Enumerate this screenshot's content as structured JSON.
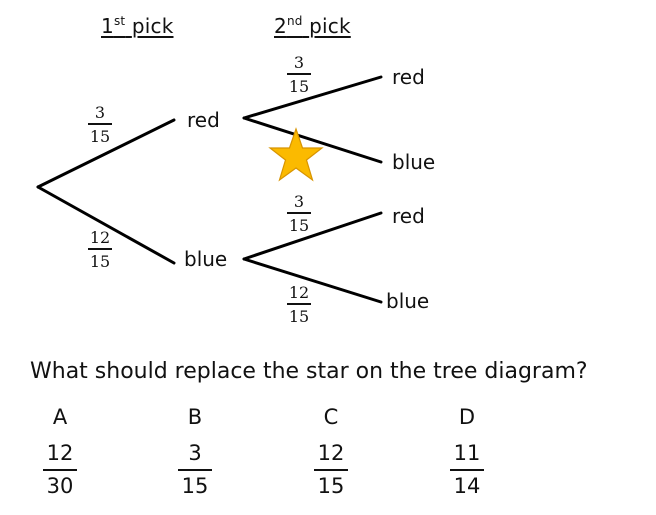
{
  "headers": {
    "first_pick": {
      "num": "1",
      "sup": "st",
      "text": "pick"
    },
    "second_pick": {
      "num": "2",
      "sup": "nd",
      "text": "pick"
    }
  },
  "tree": {
    "first": {
      "red": {
        "label": "red",
        "prob": {
          "num": "3",
          "den": "15"
        }
      },
      "blue": {
        "label": "blue",
        "prob": {
          "num": "12",
          "den": "15"
        }
      }
    },
    "second_after_red": {
      "red": {
        "label": "red",
        "prob": {
          "num": "3",
          "den": "15"
        }
      },
      "blue": {
        "label": "blue",
        "prob": "star"
      }
    },
    "second_after_blue": {
      "red": {
        "label": "red",
        "prob": {
          "num": "3",
          "den": "15"
        }
      },
      "blue": {
        "label": "blue",
        "prob": {
          "num": "12",
          "den": "15"
        }
      }
    },
    "star_color": "#FBBA00",
    "star_stroke": "#D89400",
    "line_color": "#000000"
  },
  "question": "What should replace the star on the tree diagram?",
  "options": [
    {
      "letter": "A",
      "num": "12",
      "den": "30"
    },
    {
      "letter": "B",
      "num": "3",
      "den": "15"
    },
    {
      "letter": "C",
      "num": "12",
      "den": "15"
    },
    {
      "letter": "D",
      "num": "11",
      "den": "14"
    }
  ]
}
